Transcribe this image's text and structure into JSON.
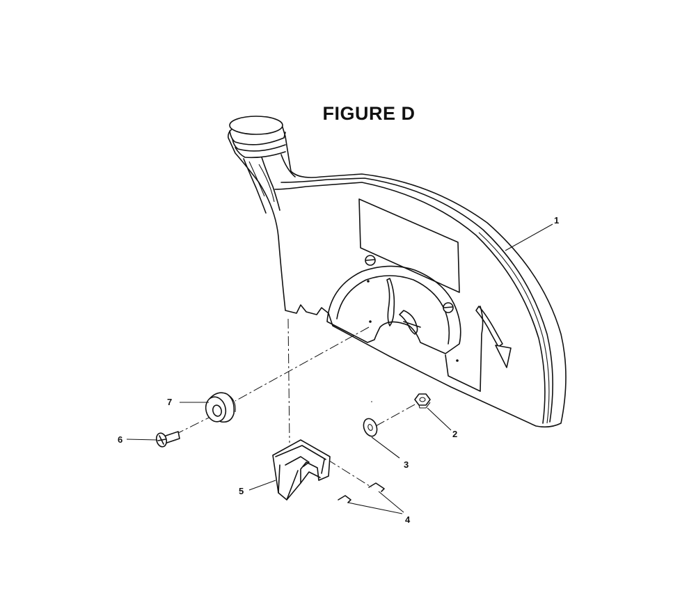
{
  "figure": {
    "title": "FIGURE D"
  },
  "callouts": [
    {
      "id": "1",
      "label": "1"
    },
    {
      "id": "2",
      "label": "2"
    },
    {
      "id": "3",
      "label": "3"
    },
    {
      "id": "4",
      "label": "4"
    },
    {
      "id": "5",
      "label": "5"
    },
    {
      "id": "6",
      "label": "6"
    },
    {
      "id": "7",
      "label": "7"
    }
  ],
  "colors": {
    "ink": "#111111",
    "background": "#ffffff"
  }
}
